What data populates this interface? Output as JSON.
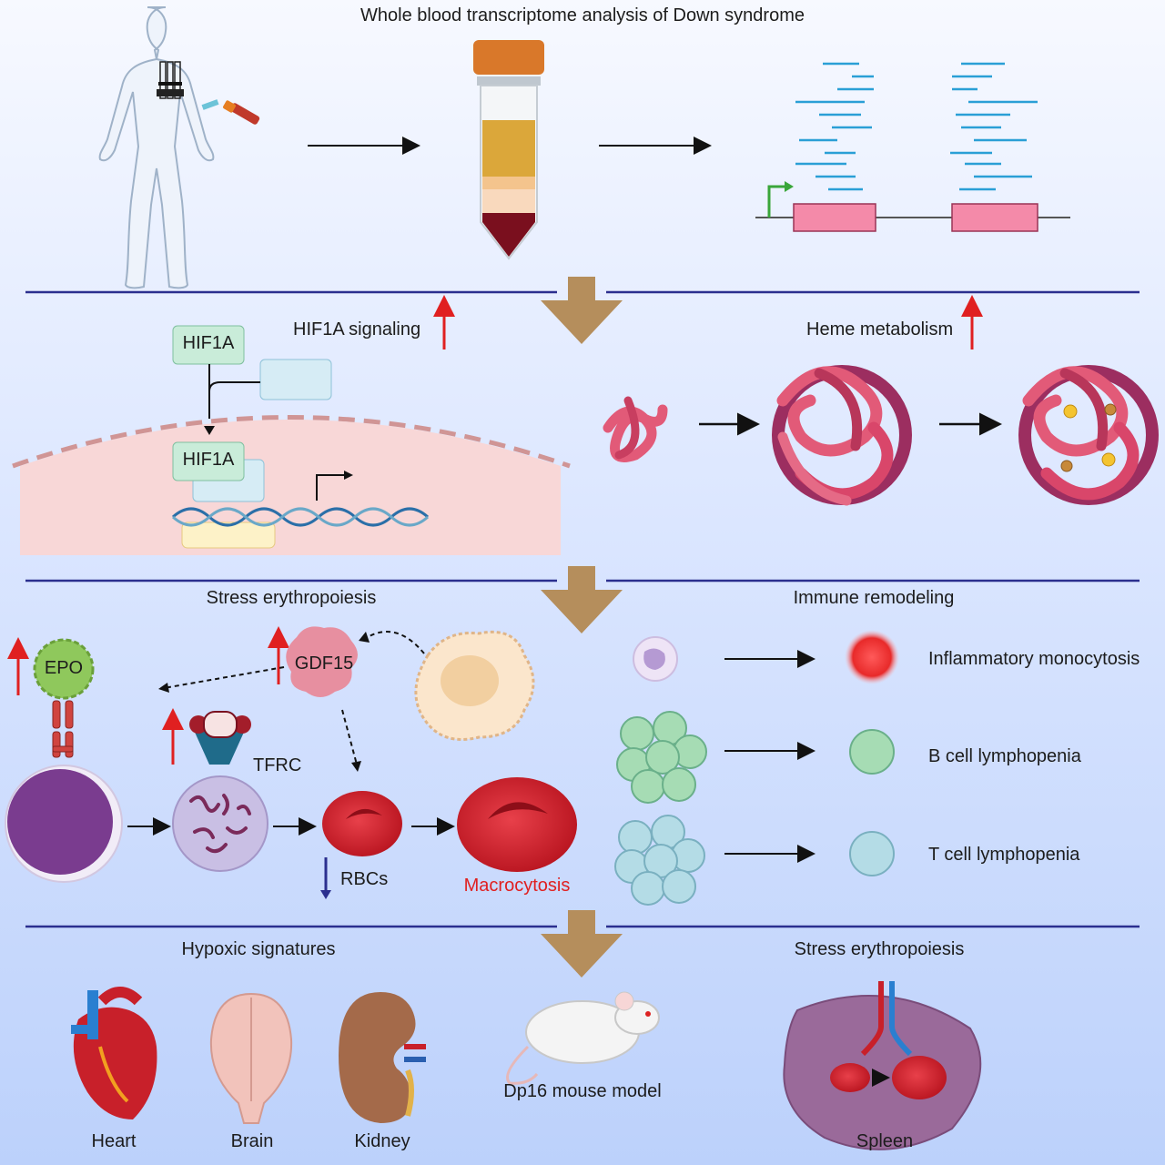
{
  "title": "Whole blood transcriptome analysis of Down syndrome",
  "section2": {
    "hif1a_signaling": "HIF1A signaling",
    "heme_metabolism": "Heme metabolism",
    "hif1a_box_top": "HIF1A",
    "hif1a_box_bottom": "HIF1A"
  },
  "section3": {
    "stress_erythropoiesis": "Stress erythropoiesis",
    "immune_remodeling": "Immune remodeling",
    "epo": "EPO",
    "gdf15": "GDF15",
    "tfrc": "TFRC",
    "rbcs": "RBCs",
    "macrocytosis": "Macrocytosis",
    "inflammatory_monocytosis": "Inflammatory monocytosis",
    "b_cell_lymphopenia": "B cell lymphopenia",
    "t_cell_lymphopenia": "T cell lymphopenia"
  },
  "section4": {
    "hypoxic_signatures": "Hypoxic signatures",
    "stress_erythropoiesis": "Stress erythropoiesis",
    "mouse_model": "Dp16 mouse model",
    "heart": "Heart",
    "brain": "Brain",
    "kidney": "Kidney",
    "spleen": "Spleen"
  },
  "colors": {
    "divider": "#2b2f8f",
    "down_arrow": "#b58e5c",
    "up_arrow": "#e02020",
    "decrease_arrow": "#2b2f8f",
    "macrocytosis_text": "#e02020",
    "exon": "#f48aa9",
    "read": "#2a9fd6",
    "rbc": "#d21f2b"
  }
}
